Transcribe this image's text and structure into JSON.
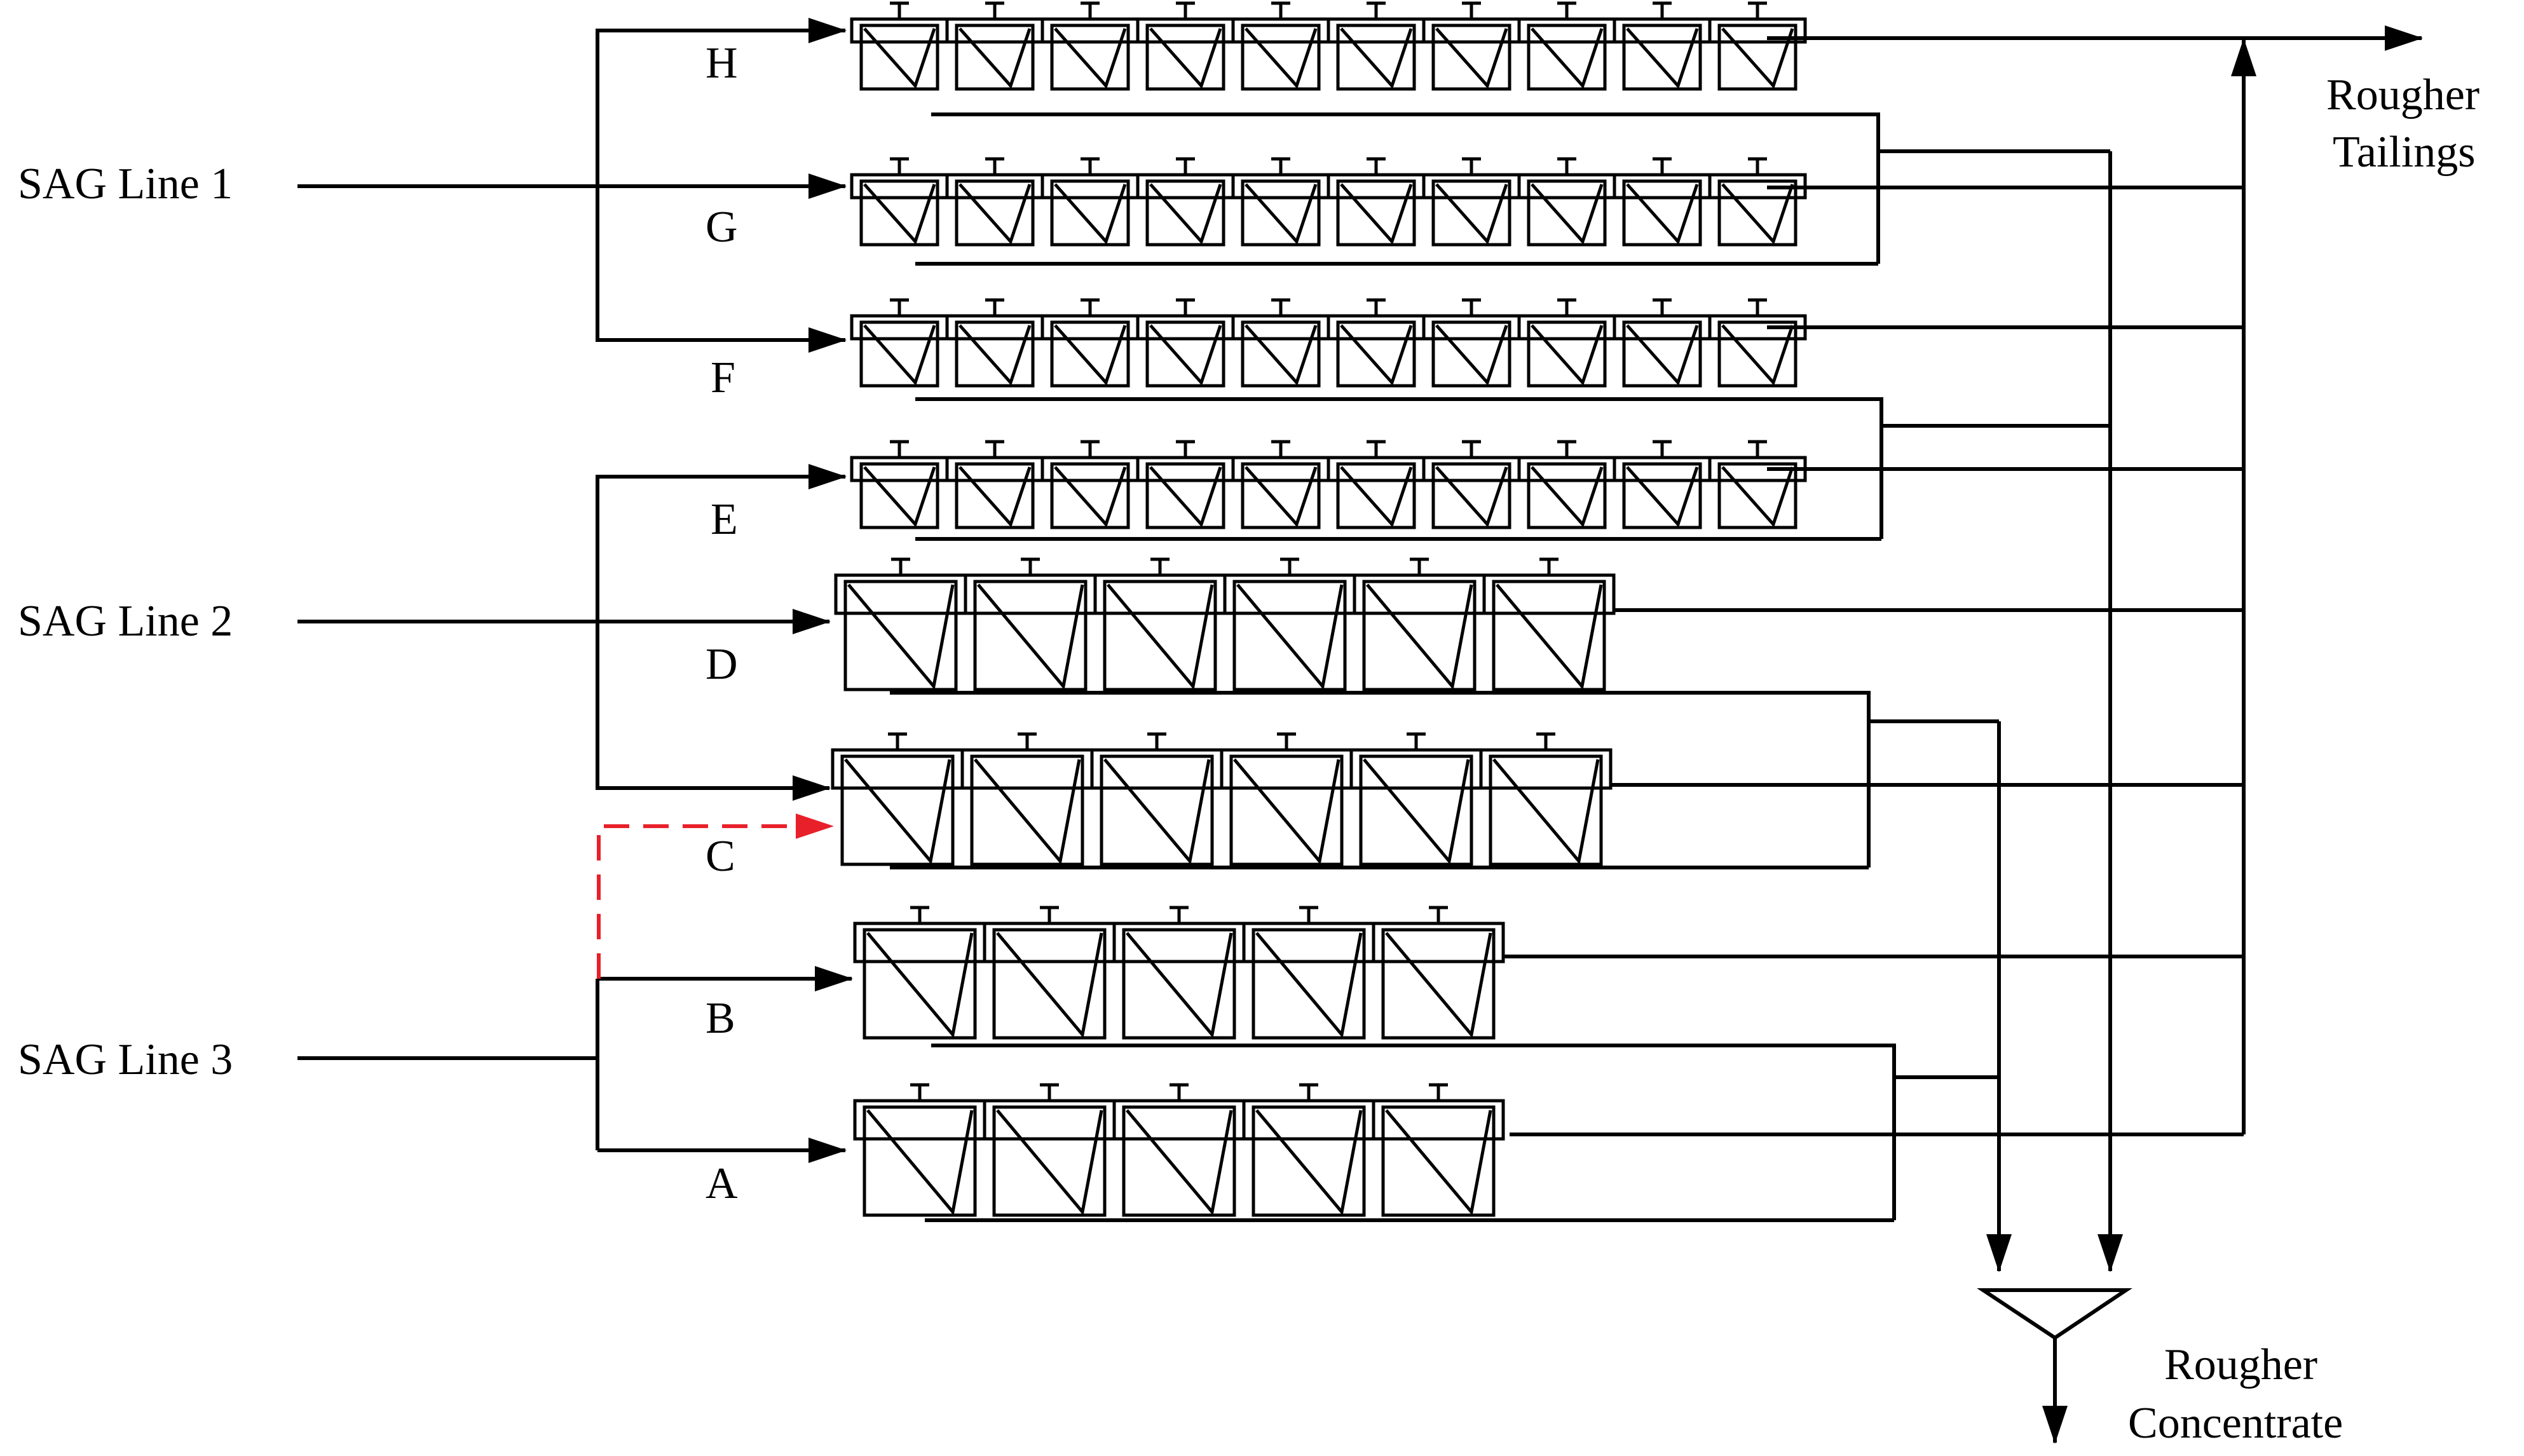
{
  "inputs": {
    "sag1": "SAG Line 1",
    "sag2": "SAG Line 2",
    "sag3": "SAG Line 3"
  },
  "outputs": {
    "tailings_line1": "Rougher",
    "tailings_line2": "Tailings",
    "concentrate_line1": "Rougher",
    "concentrate_line2": "Concentrate"
  },
  "banks": [
    {
      "id": "H",
      "label": "H",
      "cells": 10,
      "style": "paired"
    },
    {
      "id": "G",
      "label": "G",
      "cells": 10,
      "style": "paired"
    },
    {
      "id": "F",
      "label": "F",
      "cells": 10,
      "style": "paired"
    },
    {
      "id": "E",
      "label": "E",
      "cells": 10,
      "style": "paired"
    },
    {
      "id": "D",
      "label": "D",
      "cells": 6,
      "style": "large"
    },
    {
      "id": "C",
      "label": "C",
      "cells": 6,
      "style": "large"
    },
    {
      "id": "B",
      "label": "B",
      "cells": 5,
      "style": "large"
    },
    {
      "id": "A",
      "label": "A",
      "cells": 5,
      "style": "large"
    }
  ],
  "colors": {
    "line": "#000000",
    "alternate_feed": "#e8202a"
  }
}
